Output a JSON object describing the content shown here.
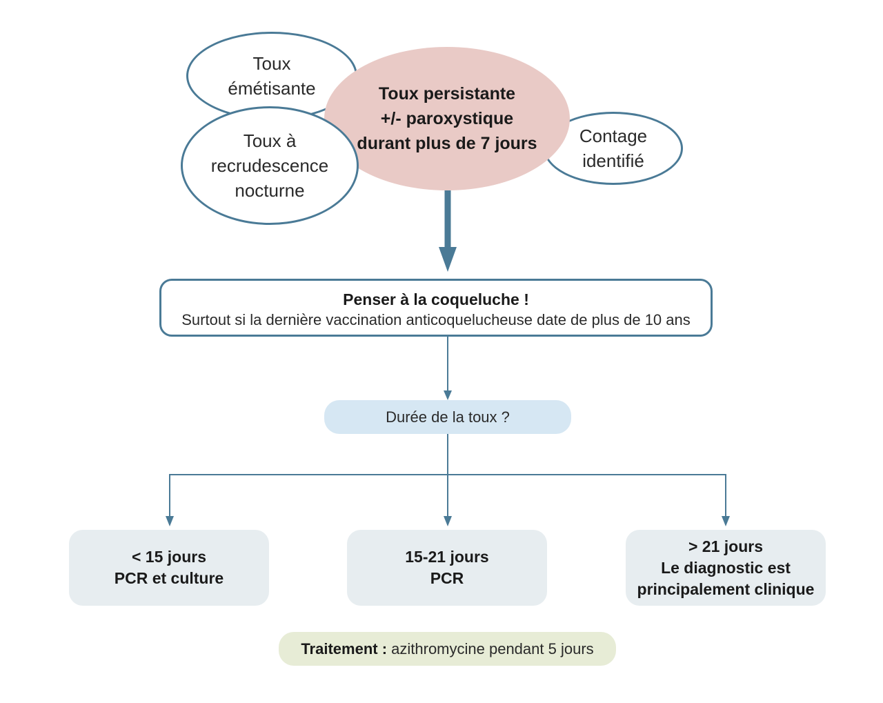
{
  "symptoms": {
    "emetisante": [
      "Toux",
      "émétisante"
    ],
    "main": [
      "Toux persistante",
      "+/- paroxystique",
      "durant plus de 7 jours"
    ],
    "recrudescence": [
      "Toux à",
      "recrudescence",
      "nocturne"
    ],
    "contage": [
      "Contage",
      "identifié"
    ]
  },
  "penser": {
    "title": "Penser à la coqueluche !",
    "subtitle": "Surtout si la dernière vaccination anticoquelucheuse date de plus de 10 ans"
  },
  "question": "Durée de la toux ?",
  "results": [
    [
      "< 15 jours",
      "PCR et culture"
    ],
    [
      "15-21 jours",
      "PCR"
    ],
    [
      "> 21 jours",
      "Le diagnostic est",
      "principalement clinique"
    ]
  ],
  "treatment": {
    "label": "Traitement :",
    "text": " azithromycine pendant 5 jours"
  },
  "colors": {
    "stroke": "#4a7a96",
    "main_fill": "#e9cac6",
    "question_fill": "#d6e7f3",
    "result_fill": "#e7edf0",
    "treatment_fill": "#e7ecd6"
  }
}
